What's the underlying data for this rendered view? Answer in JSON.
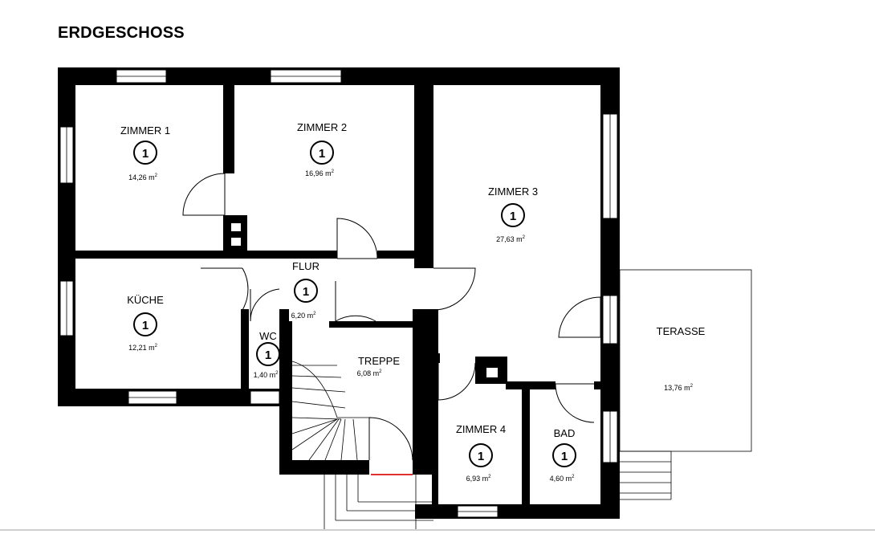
{
  "plan": {
    "title": "ERDGESCHOSS",
    "rooms": [
      {
        "id": "zimmer1",
        "label": "ZIMMER 1",
        "number": "1",
        "area": "14,26 m",
        "unit_sup": "2"
      },
      {
        "id": "zimmer2",
        "label": "ZIMMER 2",
        "number": "1",
        "area": "16,96 m",
        "unit_sup": "2"
      },
      {
        "id": "zimmer3",
        "label": "ZIMMER 3",
        "number": "1",
        "area": "27,63 m",
        "unit_sup": "2"
      },
      {
        "id": "flur",
        "label": "FLUR",
        "number": "1",
        "area": "6,20 m",
        "unit_sup": "2"
      },
      {
        "id": "kueche",
        "label": "KÜCHE",
        "number": "1",
        "area": "12,21 m",
        "unit_sup": "2"
      },
      {
        "id": "wc",
        "label": "WC",
        "number": "1",
        "area": "1,40 m",
        "unit_sup": "2"
      },
      {
        "id": "treppe",
        "label": "TREPPE",
        "number": "",
        "area": "6,08 m",
        "unit_sup": "2"
      },
      {
        "id": "zimmer4",
        "label": "ZIMMER 4",
        "number": "1",
        "area": "6,93 m",
        "unit_sup": "2"
      },
      {
        "id": "bad",
        "label": "BAD",
        "number": "1",
        "area": "4,60 m",
        "unit_sup": "2"
      },
      {
        "id": "terasse",
        "label": "TERASSE",
        "number": "",
        "area": "13,76 m",
        "unit_sup": "2"
      }
    ]
  },
  "colors": {
    "wall": "#000000",
    "window": "#ffffff",
    "threshold": "#e03030"
  }
}
